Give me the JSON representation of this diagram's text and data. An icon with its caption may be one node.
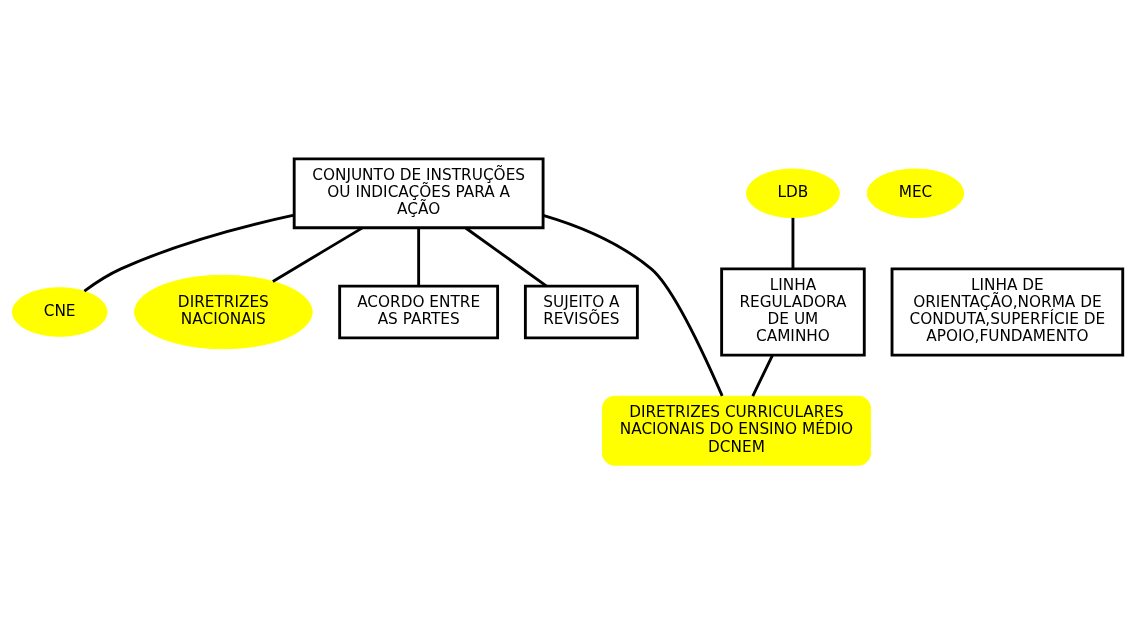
{
  "diagram": {
    "nodes": [
      {
        "text": [
          "CONJUNTO DE INSTRUÇÕES OU INDICAÇÕES PARA A AÇÃO"
        ]
      },
      {
        "text": [
          "LDB"
        ]
      },
      {
        "text": [
          "MEC"
        ]
      },
      {
        "text": [
          "CNE"
        ]
      },
      {
        "text": [
          "DIRETRIZES NACIONAIS"
        ]
      },
      {
        "text": [
          "LINHA REGULADORA DE UM CAMINHO"
        ]
      },
      {
        "text": [
          "ACORDO ENTRE AS PARTES"
        ]
      },
      {
        "text": [
          "SUJEITO A REVISÕES"
        ]
      },
      {
        "text": [
          "LINHA DE ORIENTAÇÃO,NORMA DE CONDUTA,SUPERFÍCIE DE APOIO,FUNDAMENTO"
        ]
      },
      {
        "text": [
          "DIRETRIZES CURRICULARES NACIONAIS DO ENSINO MÉDIO DCNEM"
        ]
      }
    ],
    "edges": [
      {
        "from": 1,
        "to": 5,
        "arrow": "none"
      },
      {
        "from": 0,
        "to": 3,
        "arrow": "none"
      },
      {
        "from": 0,
        "to": 4,
        "arrow": "none"
      },
      {
        "from": 0,
        "to": 6,
        "arrow": "none"
      },
      {
        "from": 0,
        "to": 7,
        "arrow": "none"
      },
      {
        "from": 0,
        "to": 9,
        "arrow": "none"
      },
      {
        "from": 5,
        "to": 9,
        "arrow": "none"
      }
    ]
  }
}
